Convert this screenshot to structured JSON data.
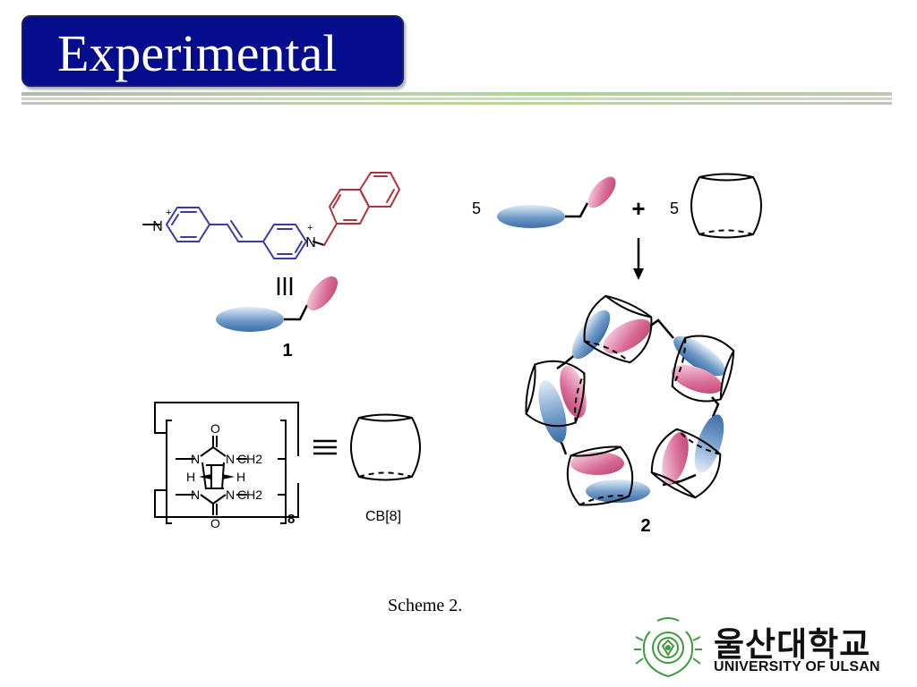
{
  "slide": {
    "title": "Experimental",
    "caption": "Scheme 2."
  },
  "scheme": {
    "compound1_label": "1",
    "product_label": "2",
    "cb_label": "CB[8]",
    "coef_left": "5",
    "coef_right": "5",
    "plus": "+",
    "repeat_subscript": "8",
    "atoms": {
      "o_top": "O",
      "o_bottom": "O",
      "n_upper_left": "N",
      "n_upper_right": "N",
      "n_lower_left": "N",
      "n_lower_right": "N",
      "h_left": "H",
      "h_right": "H",
      "ch2_upper": "CH2",
      "ch2_lower": "CH2",
      "n_plus_left": "N",
      "n_plus_right": "N",
      "charge": "+"
    }
  },
  "logo": {
    "korean_name": "울산대학교",
    "english_name": "UNIVERSITY OF ULSAN"
  },
  "colors": {
    "title_bg": "#050d8c",
    "pyridinium": "#3a3aa8",
    "naphthyl": "#b0333b",
    "blue_ellipse": "#4f7fb4",
    "pink_ellipse": "#c94f7e",
    "logo_green": "#3e9a3e"
  }
}
